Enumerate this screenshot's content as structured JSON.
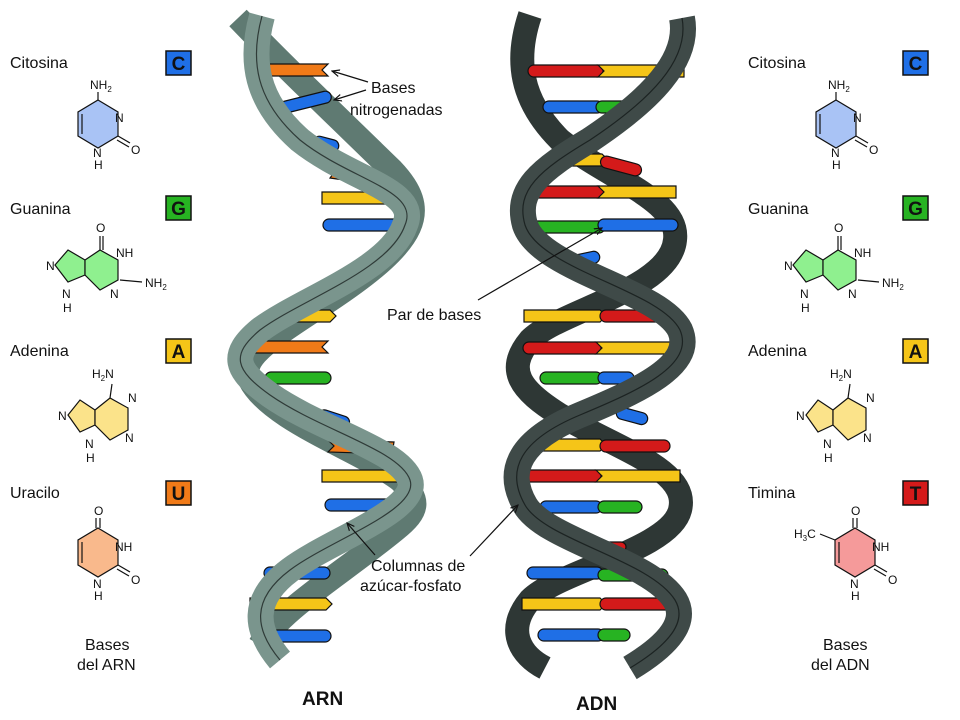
{
  "left_panel": {
    "bases": [
      {
        "name": "Citosina",
        "letter": "C",
        "color": "#1f6fe6",
        "fill": "#a9c3f5"
      },
      {
        "name": "Guanina",
        "letter": "G",
        "color": "#27b322",
        "fill": "#8ff08f"
      },
      {
        "name": "Adenina",
        "letter": "A",
        "color": "#f5c518",
        "fill": "#fbe38a"
      },
      {
        "name": "Uracilo",
        "letter": "U",
        "color": "#f07a18",
        "fill": "#f9b98c"
      }
    ],
    "caption_line1": "Bases",
    "caption_line2": "del ARN"
  },
  "right_panel": {
    "bases": [
      {
        "name": "Citosina",
        "letter": "C",
        "color": "#1f6fe6",
        "fill": "#a9c3f5"
      },
      {
        "name": "Guanina",
        "letter": "G",
        "color": "#27b322",
        "fill": "#8ff08f"
      },
      {
        "name": "Adenina",
        "letter": "A",
        "color": "#f5c518",
        "fill": "#fbe38a"
      },
      {
        "name": "Timina",
        "letter": "T",
        "color": "#d41a1a",
        "fill": "#f59a9a"
      }
    ],
    "caption_line1": "Bases",
    "caption_line2": "del ADN"
  },
  "atoms": {
    "N": "N",
    "NH": "NH",
    "H": "H",
    "O": "O",
    "NH2": "NH",
    "H2N": "H",
    "H3C": "H",
    "C": "C",
    "two": "2",
    "three": "3"
  },
  "callouts": {
    "bases_line1": "Bases",
    "bases_line2": "nitrogenadas",
    "par": "Par de bases",
    "columnas_line1": "Columnas de",
    "columnas_line2": "azúcar-fosfato"
  },
  "helices": {
    "rna_label": "ARN",
    "dna_label": "ADN",
    "rna_backbone_color": "#7a958d",
    "dna_backbone_color": "#3f4a48",
    "colors": {
      "red": "#d41a1a",
      "yellow": "#f5c518",
      "blue": "#1f6fe6",
      "green": "#27b322",
      "orange": "#f07a18"
    }
  }
}
